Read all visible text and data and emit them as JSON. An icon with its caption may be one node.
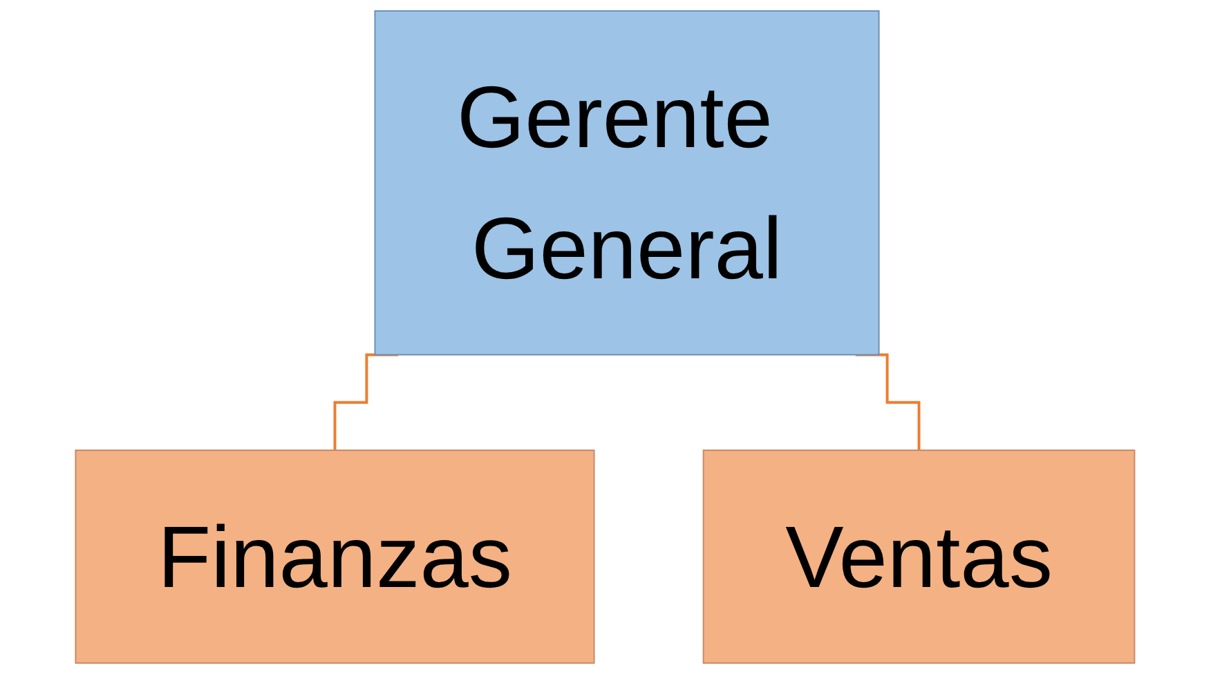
{
  "diagram": {
    "nodes": [
      {
        "text": [
          "Gerente General"
        ]
      },
      {
        "text": [
          "Finanzas"
        ]
      },
      {
        "text": [
          "Ventas"
        ]
      }
    ],
    "edges": [
      {
        "from": 0,
        "to": 1,
        "arrow": "none"
      },
      {
        "from": 0,
        "to": 2,
        "arrow": "none"
      }
    ]
  }
}
